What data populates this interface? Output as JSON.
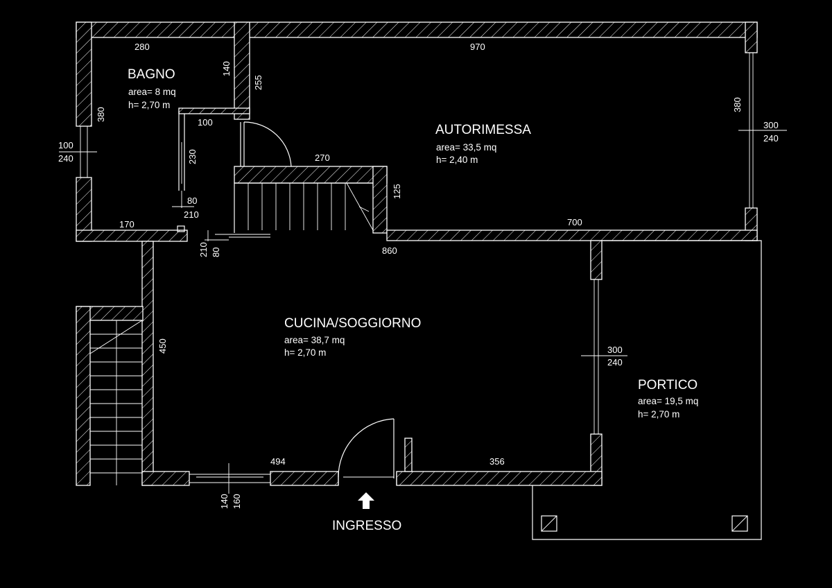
{
  "rooms": {
    "bagno": {
      "name": "BAGNO",
      "area": "area= 8 mq",
      "height": "h= 2,70 m"
    },
    "autorimessa": {
      "name": "AUTORIMESSA",
      "area": "area= 33,5 mq",
      "height": "h= 2,40 m"
    },
    "cucina": {
      "name": "CUCINA/SOGGIORNO",
      "area": "area= 38,7 mq",
      "height": "h= 2,70 m"
    },
    "portico": {
      "name": "PORTICO",
      "area": "area= 19,5 mq",
      "height": "h= 2,70 m"
    }
  },
  "dimensions": {
    "bagno_width": "280",
    "bagno_height": "380",
    "bagno_niche_height": "140",
    "bagno_wall_255": "255",
    "bagno_inner_100": "100",
    "bagno_window_w": "100",
    "bagno_window_h": "240",
    "bagno_door_height": "230",
    "bagno_door_w": "80",
    "bagno_door_h": "210",
    "bagno_bottom": "170",
    "garage_width": "970",
    "garage_height": "380",
    "garage_window_w": "300",
    "garage_window_h": "240",
    "stair_width": "270",
    "stair_depth": "125",
    "garage_bottom": "700",
    "door_80": "80",
    "door_210": "210",
    "kitchen_width": "860",
    "kitchen_height": "450",
    "kitchen_window_w": "300",
    "kitchen_window_h": "240",
    "kitchen_bottom_left": "494",
    "kitchen_bottom_right": "356",
    "kitchen_window_bottom_w": "160",
    "kitchen_window_bottom_h": "140"
  },
  "entrance": {
    "label": "INGRESSO"
  }
}
